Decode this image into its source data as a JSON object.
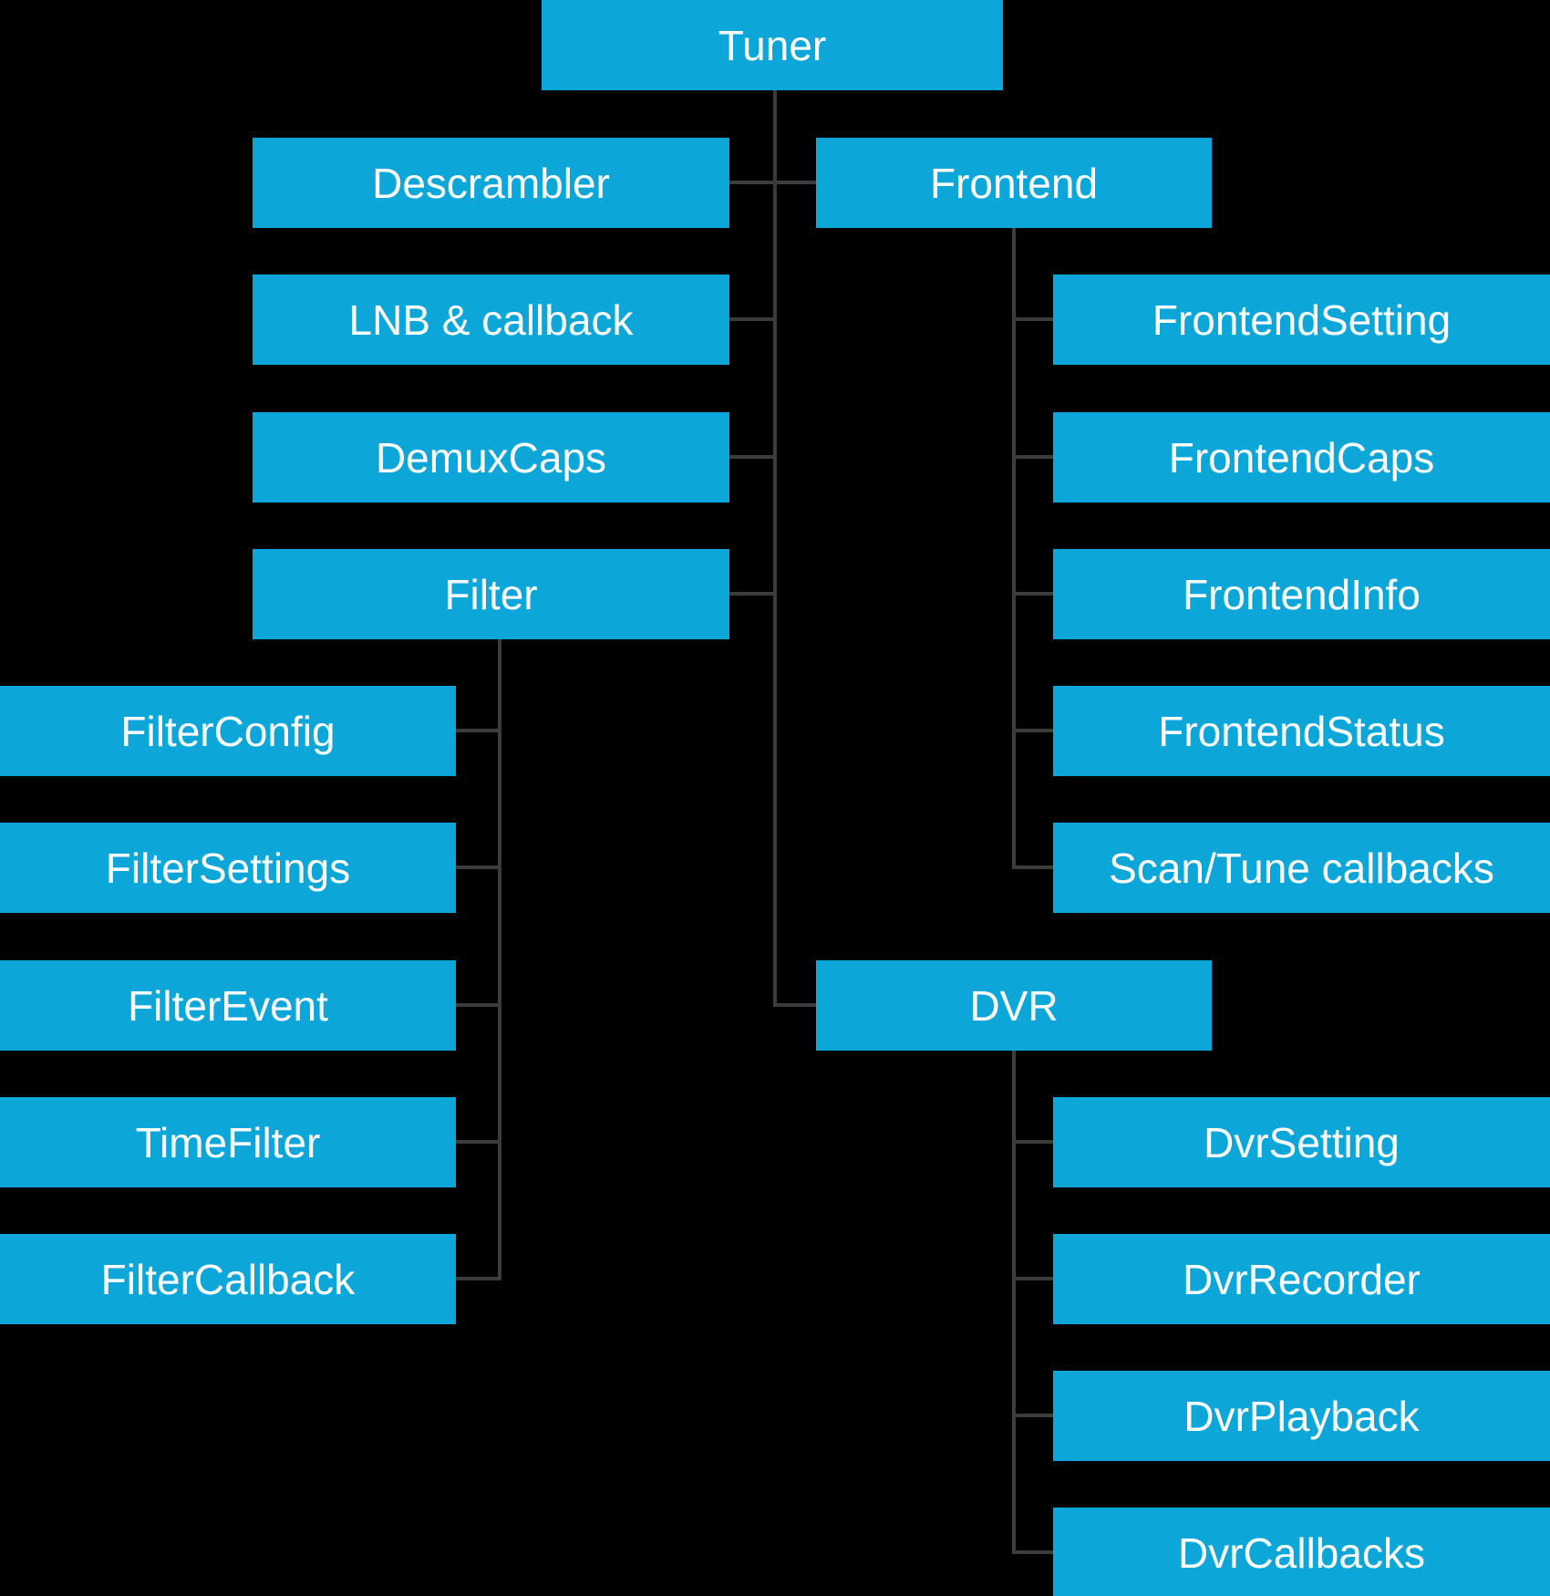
{
  "diagram_type": "tree",
  "colors": {
    "background": "#000000",
    "box": "#0ca6d8",
    "line": "#3c3c3c",
    "text": "#ffffff"
  },
  "tree": {
    "label": "Tuner",
    "children": [
      {
        "label": "Descrambler",
        "children": []
      },
      {
        "label": "LNB & callback",
        "children": []
      },
      {
        "label": "DemuxCaps",
        "children": []
      },
      {
        "label": "Filter",
        "children": [
          {
            "label": "FilterConfig"
          },
          {
            "label": "FilterSettings"
          },
          {
            "label": "FilterEvent"
          },
          {
            "label": "TimeFilter"
          },
          {
            "label": "FilterCallback"
          }
        ]
      },
      {
        "label": "Frontend",
        "children": [
          {
            "label": "FrontendSetting"
          },
          {
            "label": "FrontendCaps"
          },
          {
            "label": "FrontendInfo"
          },
          {
            "label": "FrontendStatus"
          },
          {
            "label": "Scan/Tune callbacks"
          }
        ]
      },
      {
        "label": "DVR",
        "children": [
          {
            "label": "DvrSetting"
          },
          {
            "label": "DvrRecorder"
          },
          {
            "label": "DvrPlayback"
          },
          {
            "label": "DvrCallbacks"
          }
        ]
      }
    ]
  }
}
